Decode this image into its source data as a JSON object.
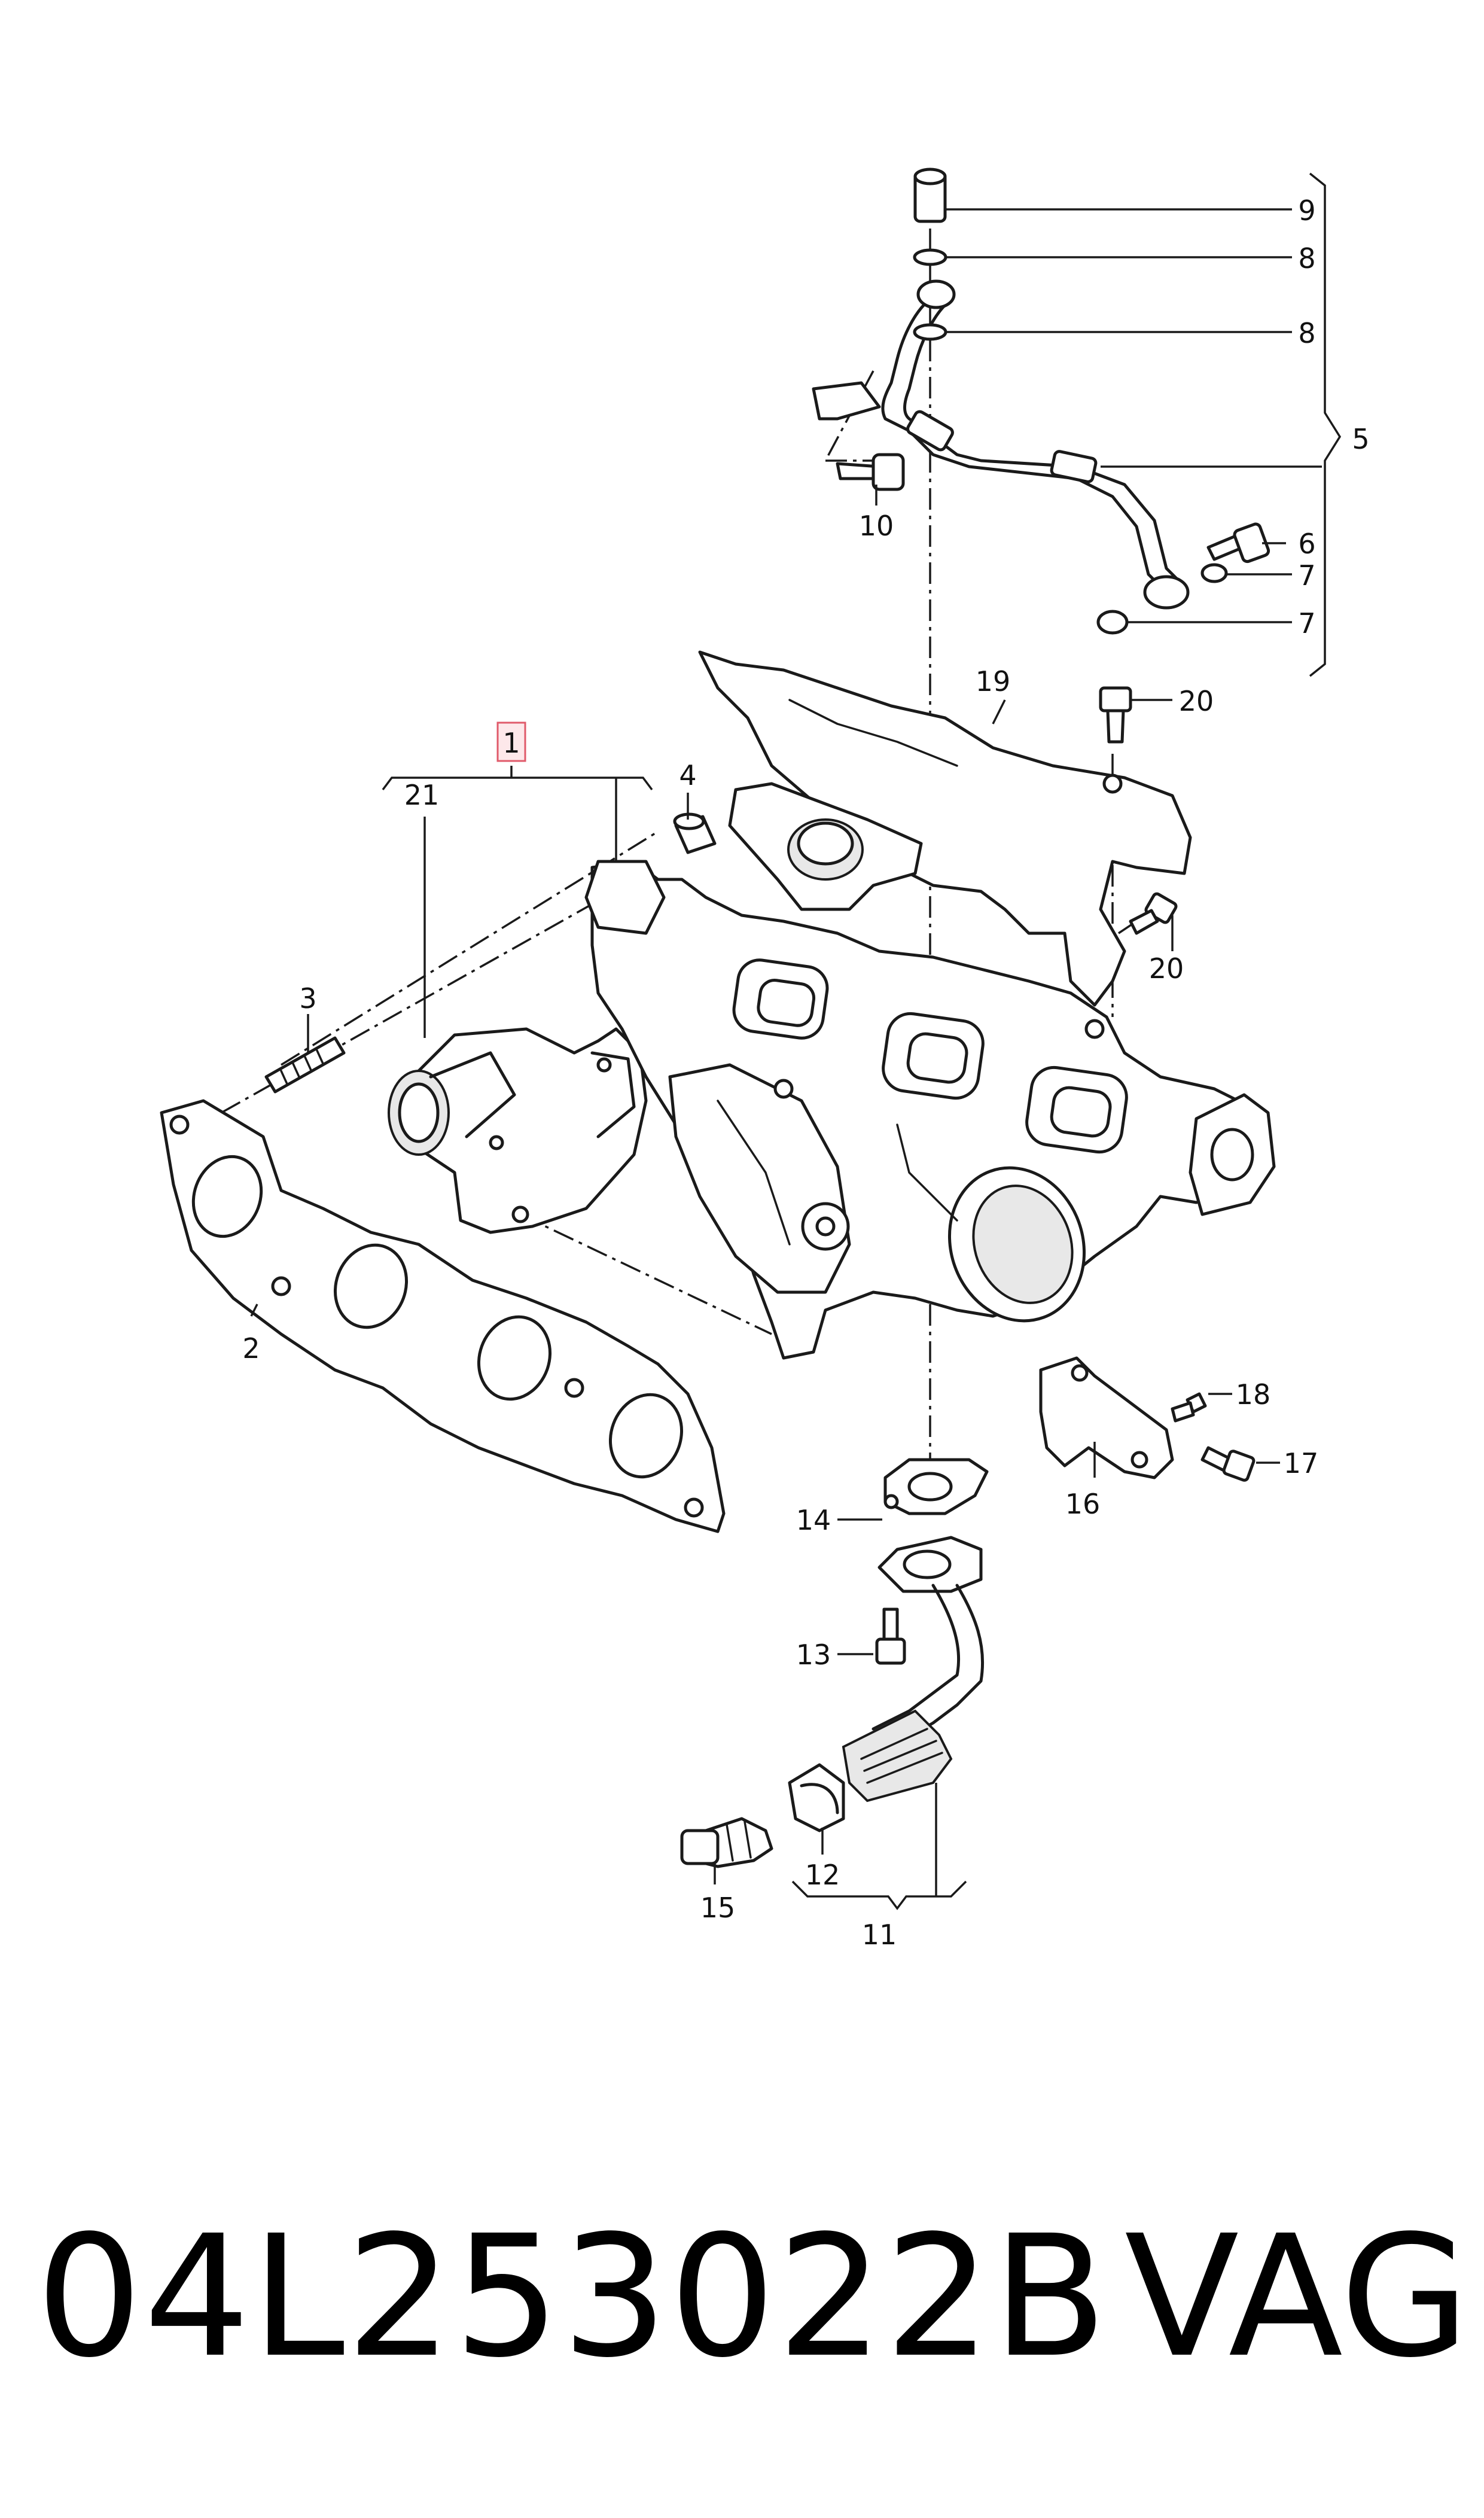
{
  "diagram": {
    "callouts": {
      "c1": "1",
      "c2": "2",
      "c3": "3",
      "c4": "4",
      "c5": "5",
      "c6": "6",
      "c7a": "7",
      "c7b": "7",
      "c8a": "8",
      "c8b": "8",
      "c9": "9",
      "c10": "10",
      "c11": "11",
      "c12": "12",
      "c13": "13",
      "c14": "14",
      "c15": "15",
      "c16": "16",
      "c17": "17",
      "c18": "18",
      "c19": "19",
      "c20a": "20",
      "c20b": "20",
      "c21": "21"
    },
    "highlight_color": "#e05a6a"
  },
  "footer": {
    "part_number": "04L253022B",
    "brand": "VAG"
  }
}
